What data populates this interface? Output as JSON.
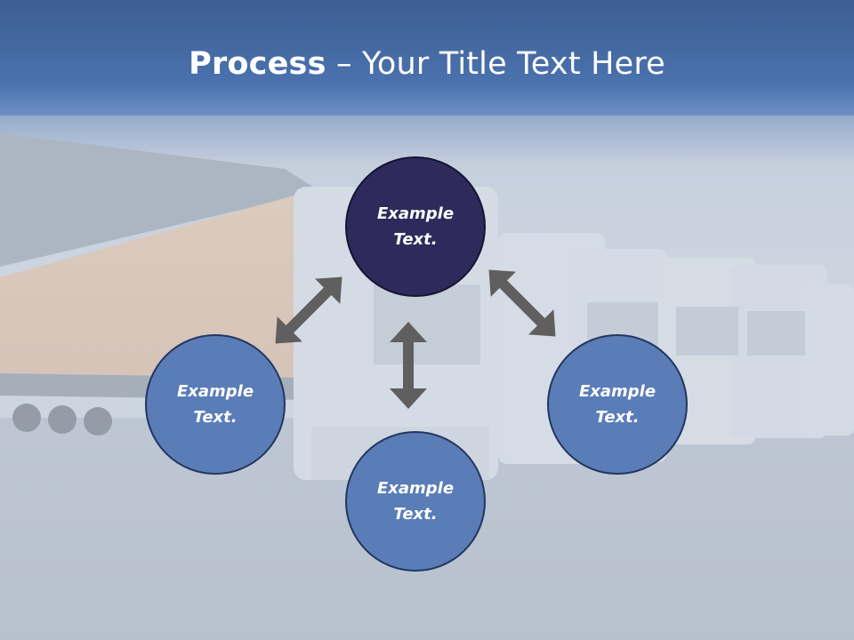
{
  "title": {
    "strong": "Process",
    "dash": " – ",
    "rest": "Your Title Text Here"
  },
  "nodes": {
    "top": {
      "line1": "Example",
      "line2": "Text."
    },
    "left": {
      "line1": "Example",
      "line2": "Text."
    },
    "right": {
      "line1": "Example",
      "line2": "Text."
    },
    "bottom": {
      "line1": "Example",
      "line2": "Text."
    }
  },
  "colors": {
    "center_node": "#2e2b5c",
    "side_node": "#5a7db8",
    "arrow": "#606060",
    "header": "#4a6fa8"
  },
  "background": "trucks-photo"
}
